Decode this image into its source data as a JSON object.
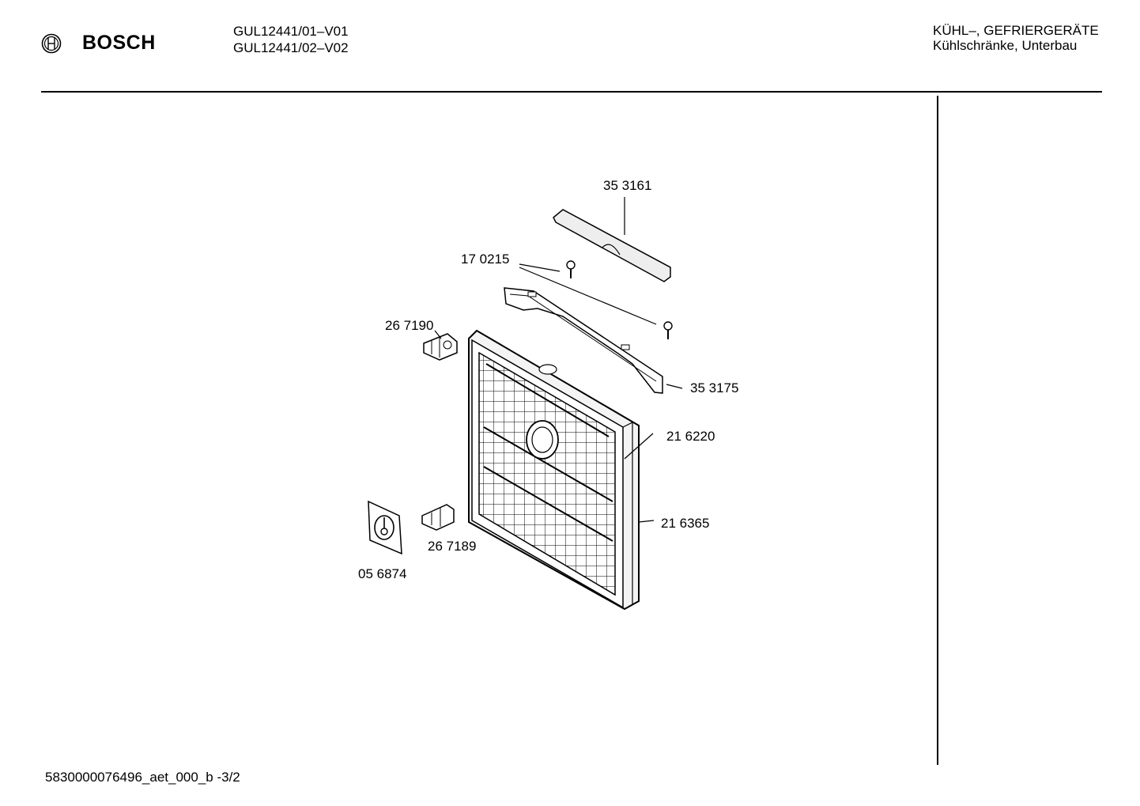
{
  "header": {
    "brand": "BOSCH",
    "models": [
      "GUL12441/01–V01",
      "GUL12441/02–V02"
    ],
    "category_line1": "KÜHL–, GEFRIERGERÄTE",
    "category_line2": "Kühlschränke, Unterbau"
  },
  "parts": [
    {
      "id": "353161",
      "label": "35 3161"
    },
    {
      "id": "170215",
      "label": "17 0215"
    },
    {
      "id": "267190",
      "label": "26 7190"
    },
    {
      "id": "353175",
      "label": "35 3175"
    },
    {
      "id": "216220",
      "label": "21 6220"
    },
    {
      "id": "216365",
      "label": "21 6365"
    },
    {
      "id": "267189",
      "label": "26 7189"
    },
    {
      "id": "056874",
      "label": "05 6874"
    }
  ],
  "footer": {
    "doc_id": "5830000076496_aet_000_b  -3/2"
  }
}
